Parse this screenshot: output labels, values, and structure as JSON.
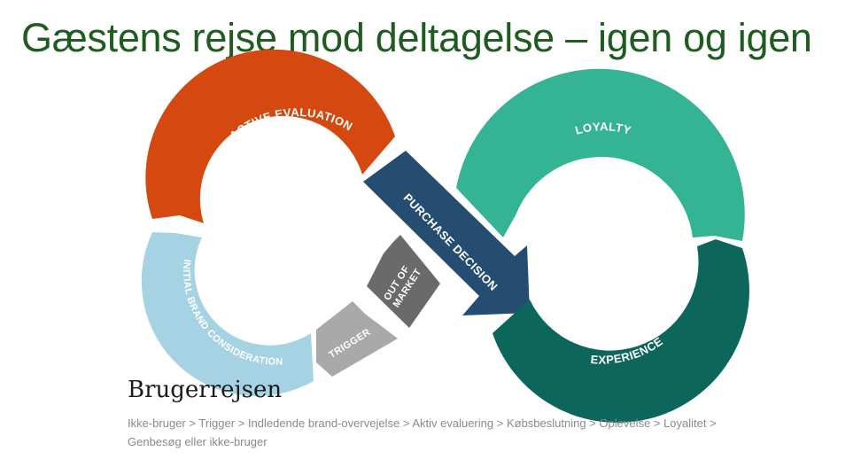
{
  "slide": {
    "title": "Gæstens rejse mod deltagelse – igen og igen",
    "title_color": "#1e5c20"
  },
  "diagram": {
    "stages": [
      {
        "key": "active_evaluation",
        "label": "ACTIVE EVALUATION",
        "color": "#d5480f"
      },
      {
        "key": "purchase_decision",
        "label": "PURCHASE DECISION",
        "color": "#254d72"
      },
      {
        "key": "loyalty",
        "label": "LOYALTY",
        "color": "#35b495"
      },
      {
        "key": "experience",
        "label": "EXPERIENCE",
        "color": "#0c665c"
      },
      {
        "key": "out_of_market",
        "label_line1": "OUT OF",
        "label_line2": "MARKET",
        "color": "#6a6a6a"
      },
      {
        "key": "trigger",
        "label": "TRIGGER",
        "color": "#a9a9a9"
      },
      {
        "key": "initial_brand_consideration",
        "label": "INITIAL BRAND CONSIDERATION",
        "color": "#a6d3e3"
      }
    ]
  },
  "journey": {
    "title": "Brugerrejsen",
    "separator": ">",
    "steps": [
      "Ikke-bruger",
      "Trigger",
      "Indledende brand-overvejelse",
      "Aktiv evaluering",
      "Købsbeslutning",
      "Oplevelse",
      "Loyalitet",
      "Genbesøg eller ikke-bruger"
    ]
  }
}
